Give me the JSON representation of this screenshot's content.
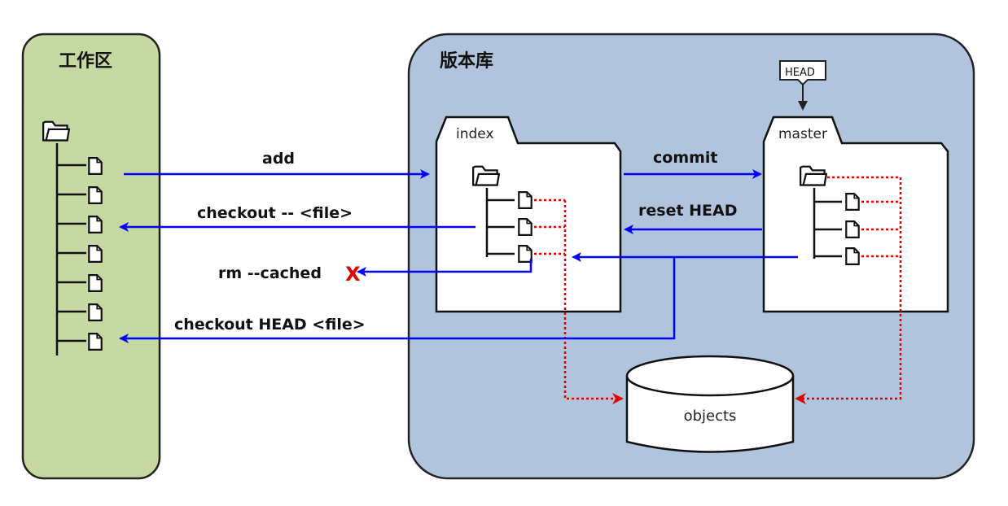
{
  "colors": {
    "workspace_fill": "#c7d9a3",
    "repo_fill": "#b0c4de",
    "arrow_blue": "#0000ff",
    "dotted_red": "#e00000"
  },
  "workspace": {
    "title": "工作区"
  },
  "repository": {
    "title": "版本库",
    "index_label": "index",
    "master_label": "master",
    "head_label": "HEAD",
    "objects_label": "objects"
  },
  "operations": {
    "add": "add",
    "checkout_file": "checkout -- <file>",
    "rm_cached": "rm --cached",
    "rm_cached_mark": "X",
    "checkout_head_file": "checkout HEAD <file>",
    "commit": "commit",
    "reset_head": "reset HEAD"
  }
}
